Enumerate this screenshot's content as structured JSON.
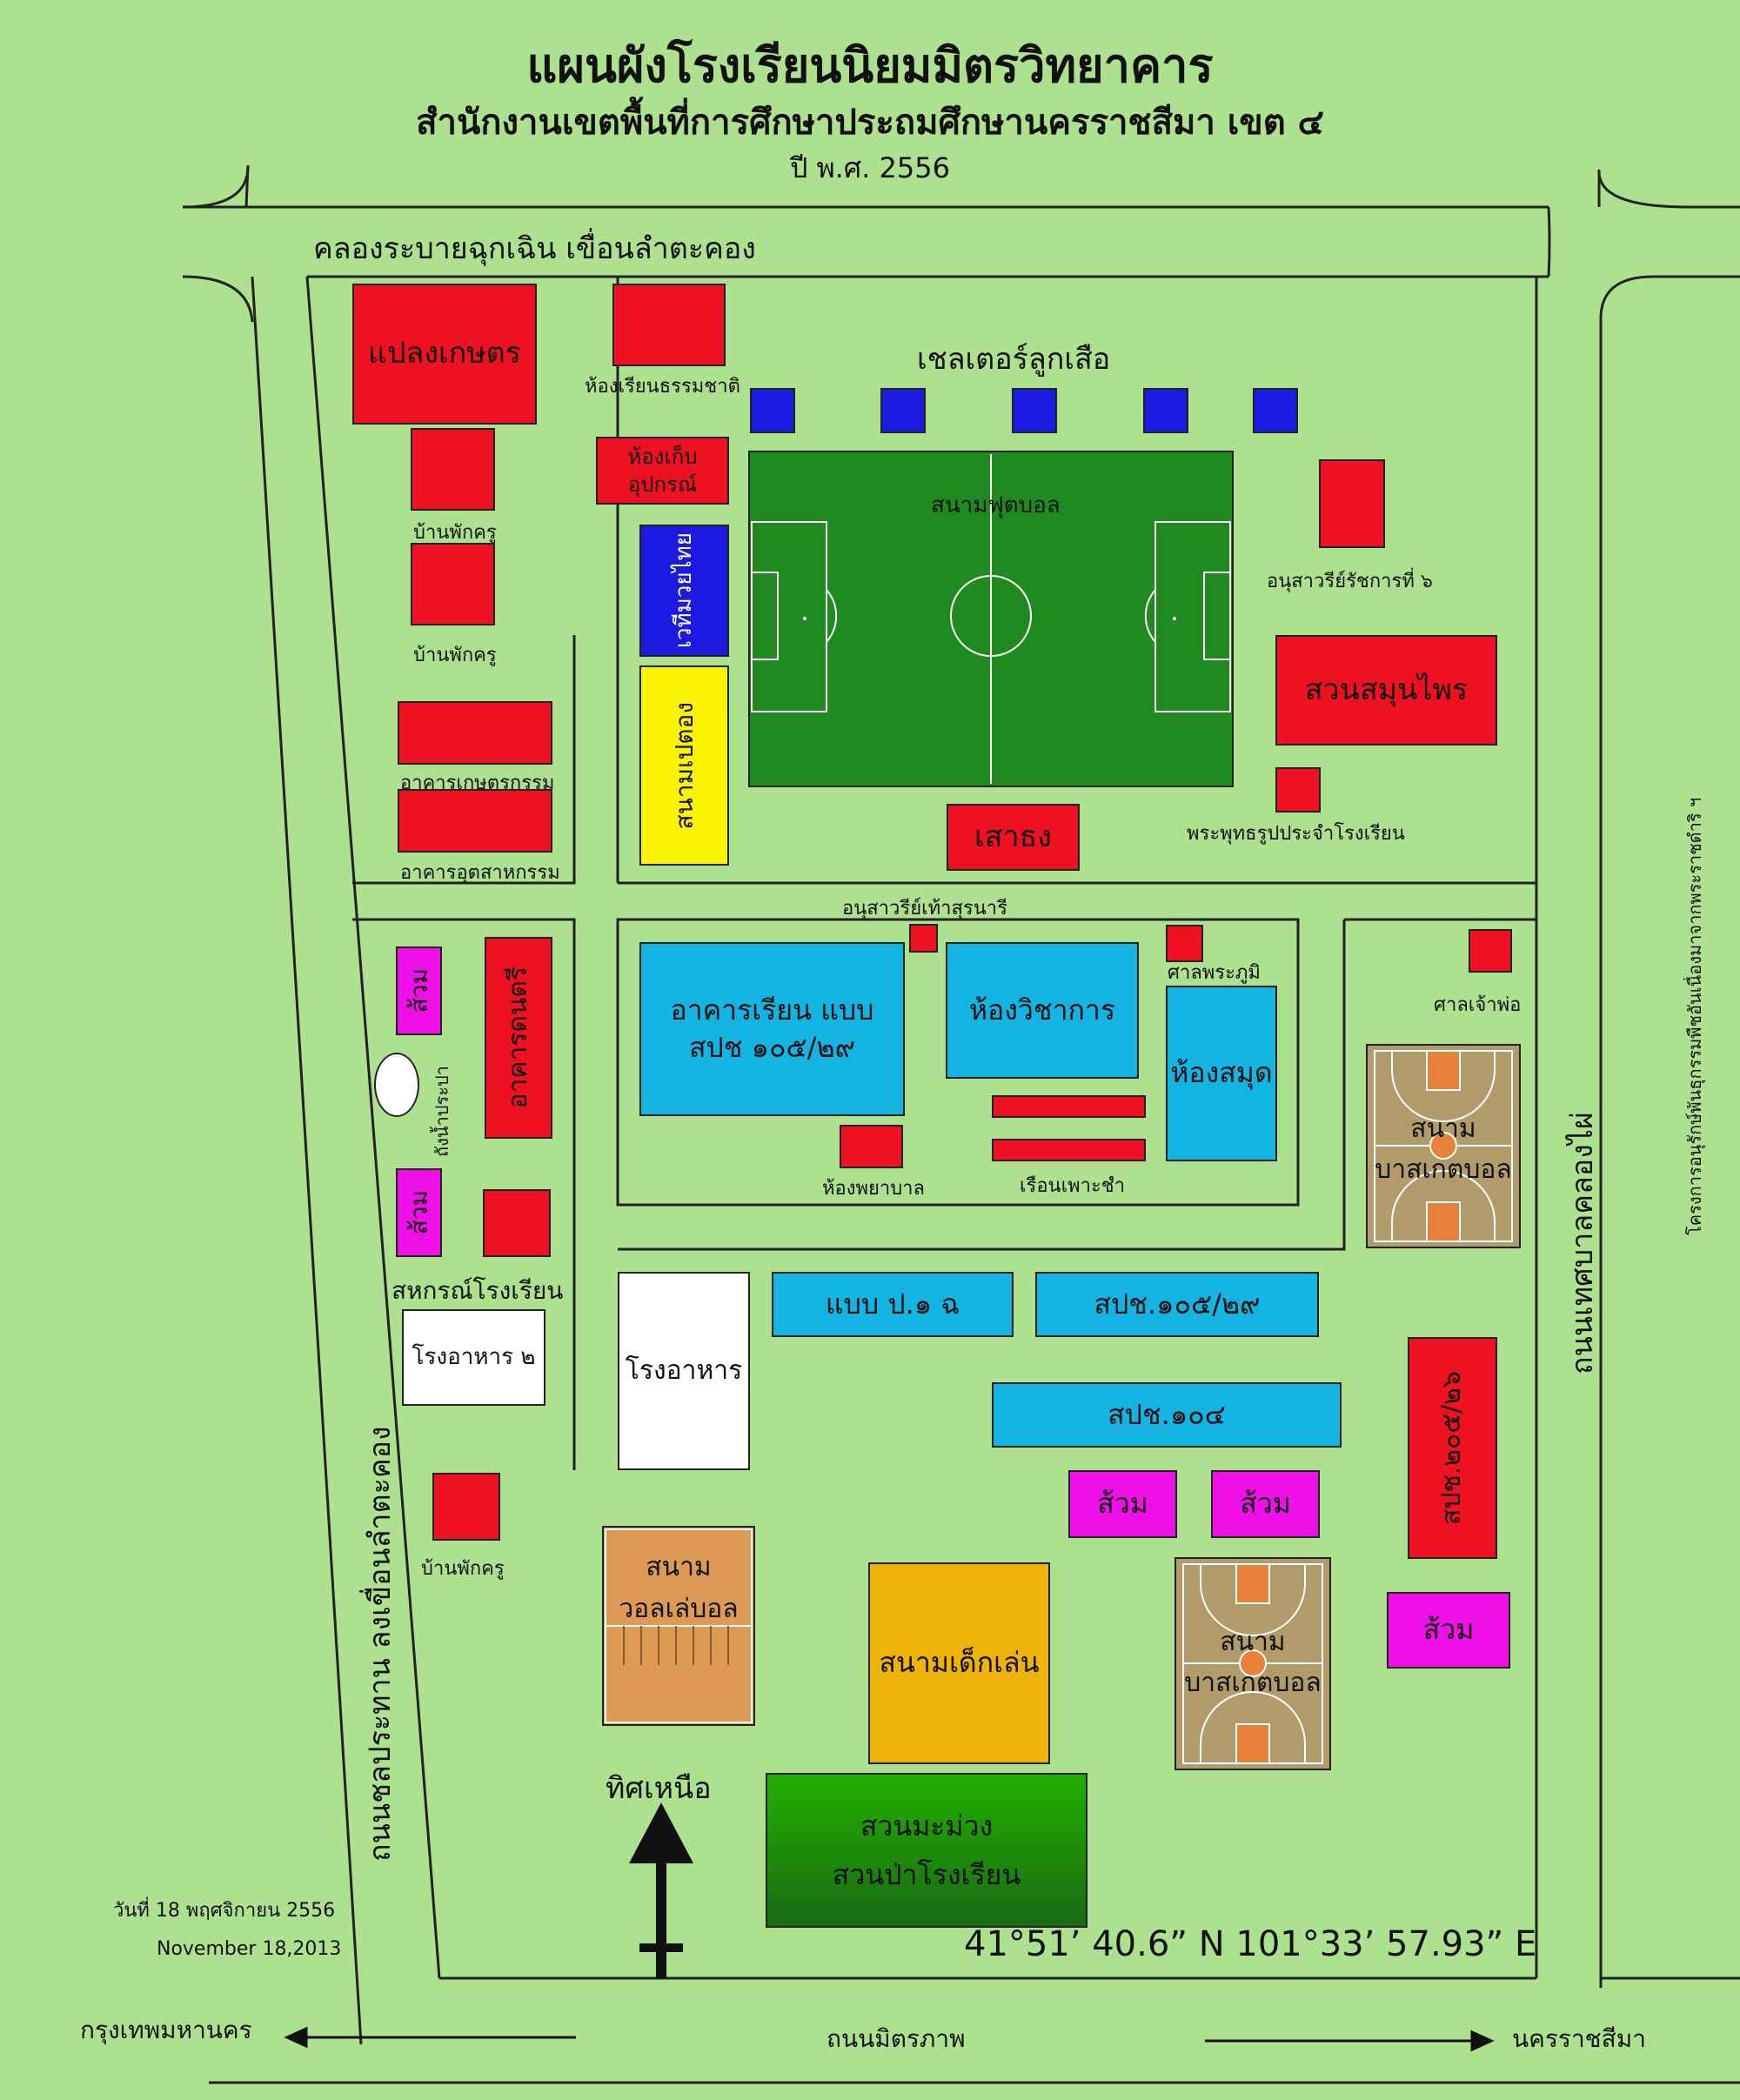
{
  "header": {
    "title": "แผนผังโรงเรียนนิยมมิตรวิทยาคาร",
    "subtitle": "สำนักงานเขตพื้นที่การศึกษาประถมศึกษานครราชสีมา เขต ๔",
    "year": "ปี พ.ศ. 2556"
  },
  "roads": {
    "canal": "คลองระบายฉุกเฉิน เขื่อนลำตะคอง",
    "left_road": "ถนนชลประทาน ลงเขื่อนลำตะคอง",
    "right_road": "ถนนเทศบาลคลองไผ่",
    "far_right": "โครงการอนุรักษ์พันธุกรรมพืชอันเนื่องมาจากพระราชดำริ ฯ",
    "bottom_road": "ถนนมิตรภาพ",
    "to_bangkok": "กรุงเทพมหานคร",
    "to_korat": "นครราชสีมา"
  },
  "buildings": {
    "farm_plot": "แปลงเกษตร",
    "nature_room": "ห้องเรียนธรรมชาติ",
    "scout_shelter": "เชลเตอร์ลูกเสือ",
    "storage": "ห้องเก็บ\nอุปกรณ์",
    "teacher_house": "บ้านพักครู",
    "boxing_ring": "เวทีมวยไทย",
    "petanque": "สนามเปตอง",
    "football": "สนามฟุตบอล",
    "rama6_monument": "อนุสาวรีย์รัชการที่ ๖",
    "herb_garden": "สวนสมุนไพร",
    "buddha": "พระพุทธรูปประจำโรงเรียน",
    "flagpole": "เสาธง",
    "agri_building": "อาคารเกษตรกรรม",
    "industry_building": "อาคารอุตสาหกรรม",
    "suranari_monument": "อนุสาวรีย์เท้าสุรนารี",
    "toilet": "ส้วม",
    "music_building": "อาคารดนตรี",
    "water_tank": "ถังน้ำประปา",
    "coop": "สหกรณ์โรงเรียน",
    "canteen2": "โรงอาหาร ๒",
    "canteen": "โรงอาหาร",
    "classroom_main": "อาคารเรียน แบบ\nสปช ๑๐๕/๒๙",
    "academic_room": "ห้องวิชาการ",
    "shrine": "ศาลพระภูมิ",
    "library": "ห้องสมุด",
    "nurse_room": "ห้องพยาบาล",
    "nursery": "เรือนเพาะชำ",
    "spirit_house": "ศาลเจ้าพ่อ",
    "basketball": "สนาม\nบาสเกตบอล",
    "bldg_p1": "แบบ ป.๑ ฉ",
    "bldg_105": "สปช.๑๐๕/๒๙",
    "bldg_104": "สปช.๑๐๔",
    "bldg_205": "สปช.๒๐๕/๒๖",
    "volleyball": "สนาม\nวอลเล่บอล",
    "playground": "สนามเด็กเล่น",
    "mango_garden": "สวนมะม่วง\nสวนป่าโรงเรียน"
  },
  "compass": "ทิศเหนือ",
  "coords": "41°51’ 40.6” N 101°33’ 57.93” E",
  "date_th": "วันที่ 18 พฤศจิกายน 2556",
  "date_en": "November 18,2013",
  "colors": {
    "background": "#aee18f",
    "red": "#ee1122",
    "cyan": "#14b4e2",
    "magenta": "#ee10e6",
    "field_green": "#1f8a1f"
  }
}
